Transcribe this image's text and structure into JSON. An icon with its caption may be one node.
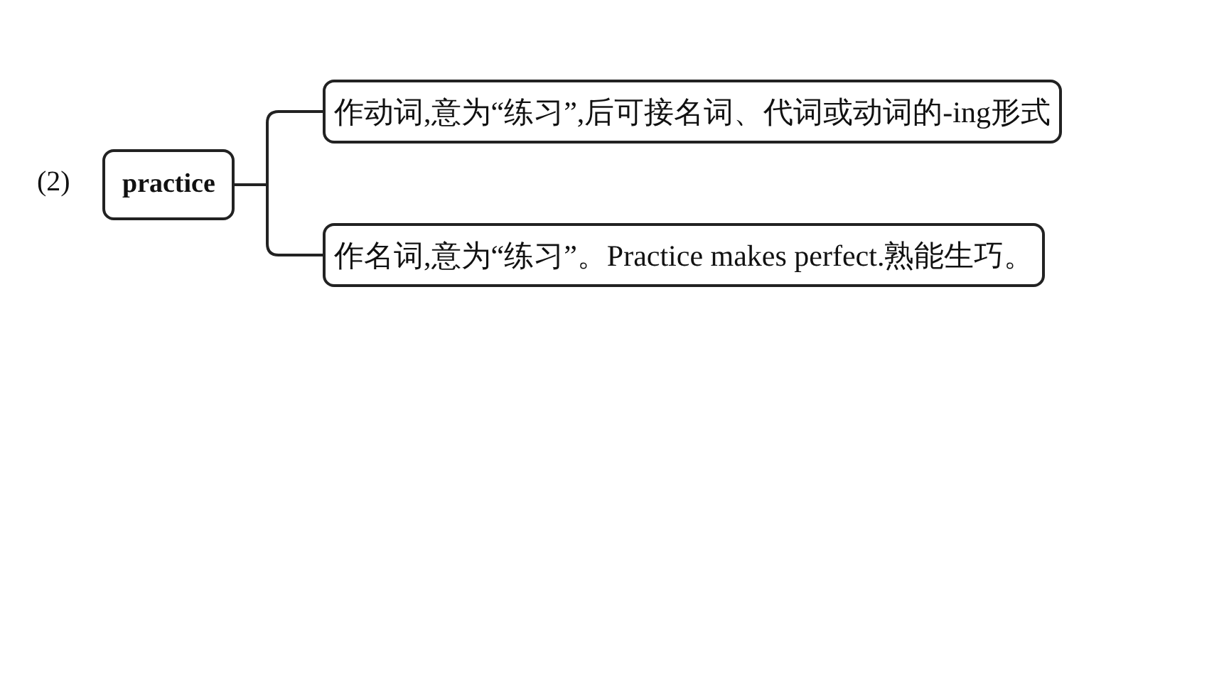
{
  "diagram": {
    "nodes": [
      {
        "text": [
          "practice"
        ]
      },
      {
        "text": [
          "作动词,意为“练习”,后可接名词、代词或动词的-ing形式"
        ]
      },
      {
        "text": [
          "作名词,意为“练习”。Practice makes perfect.熟能生巧。"
        ]
      }
    ],
    "edges": [
      {
        "from": 0,
        "to": 1,
        "arrow": "none"
      },
      {
        "from": 0,
        "to": 2,
        "arrow": "none"
      }
    ],
    "labels": [
      "(2)"
    ]
  }
}
